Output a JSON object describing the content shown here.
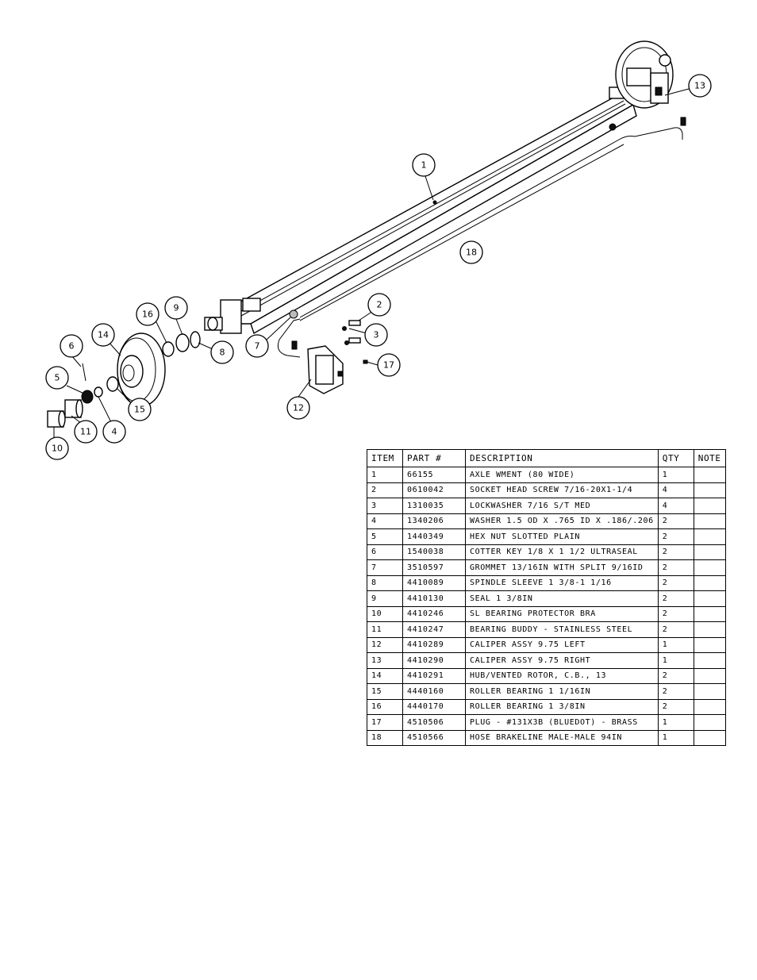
{
  "bom": {
    "headers": {
      "item": "ITEM",
      "part": "PART #",
      "description": "DESCRIPTION",
      "qty": "QTY",
      "note": "NOTE"
    },
    "rows": [
      {
        "item": "1",
        "part": "66155",
        "description": "AXLE WMENT (80 WIDE)",
        "qty": "1",
        "note": ""
      },
      {
        "item": "2",
        "part": "0610042",
        "description": "SOCKET HEAD SCREW 7/16-20X1-1/4",
        "qty": "4",
        "note": ""
      },
      {
        "item": "3",
        "part": "1310035",
        "description": "LOCKWASHER 7/16 S/T MED",
        "qty": "4",
        "note": ""
      },
      {
        "item": "4",
        "part": "1340206",
        "description": "WASHER 1.5 OD X .765 ID X .186/.206",
        "qty": "2",
        "note": ""
      },
      {
        "item": "5",
        "part": "1440349",
        "description": "HEX NUT SLOTTED PLAIN",
        "qty": "2",
        "note": ""
      },
      {
        "item": "6",
        "part": "1540038",
        "description": "COTTER KEY 1/8 X 1 1/2 ULTRASEAL",
        "qty": "2",
        "note": ""
      },
      {
        "item": "7",
        "part": "3510597",
        "description": "GROMMET 13/16IN  WITH SPLIT 9/16ID",
        "qty": "2",
        "note": ""
      },
      {
        "item": "8",
        "part": "4410089",
        "description": "SPINDLE SLEEVE  1 3/8-1 1/16",
        "qty": "2",
        "note": ""
      },
      {
        "item": "9",
        "part": "4410130",
        "description": "SEAL  1 3/8IN",
        "qty": "2",
        "note": ""
      },
      {
        "item": "10",
        "part": "4410246",
        "description": "SL BEARING PROTECTOR BRA",
        "qty": "2",
        "note": ""
      },
      {
        "item": "11",
        "part": "4410247",
        "description": "BEARING BUDDY - STAINLESS STEEL",
        "qty": "2",
        "note": ""
      },
      {
        "item": "12",
        "part": "4410289",
        "description": "CALIPER ASSY 9.75 LEFT",
        "qty": "1",
        "note": ""
      },
      {
        "item": "13",
        "part": "4410290",
        "description": "CALIPER ASSY 9.75 RIGHT",
        "qty": "1",
        "note": ""
      },
      {
        "item": "14",
        "part": "4410291",
        "description": "HUB/VENTED ROTOR, C.B.,  13",
        "qty": "2",
        "note": ""
      },
      {
        "item": "15",
        "part": "4440160",
        "description": "ROLLER BEARING   1 1/16IN",
        "qty": "2",
        "note": ""
      },
      {
        "item": "16",
        "part": "4440170",
        "description": "ROLLER BEARING   1 3/8IN",
        "qty": "2",
        "note": ""
      },
      {
        "item": "17",
        "part": "4510506",
        "description": "PLUG - #131X3B (BLUEDOT) - BRASS",
        "qty": "1",
        "note": ""
      },
      {
        "item": "18",
        "part": "4510566",
        "description": "HOSE BRAKELINE MALE-MALE 94IN",
        "qty": "1",
        "note": ""
      }
    ]
  },
  "callouts": [
    {
      "id": "c1",
      "label": "1"
    },
    {
      "id": "c2",
      "label": "2"
    },
    {
      "id": "c3",
      "label": "3"
    },
    {
      "id": "c4",
      "label": "4"
    },
    {
      "id": "c5",
      "label": "5"
    },
    {
      "id": "c6",
      "label": "6"
    },
    {
      "id": "c7",
      "label": "7"
    },
    {
      "id": "c8",
      "label": "8"
    },
    {
      "id": "c9",
      "label": "9"
    },
    {
      "id": "c10",
      "label": "10"
    },
    {
      "id": "c11",
      "label": "11"
    },
    {
      "id": "c12",
      "label": "12"
    },
    {
      "id": "c13",
      "label": "13"
    },
    {
      "id": "c14",
      "label": "14"
    },
    {
      "id": "c15",
      "label": "15"
    },
    {
      "id": "c16",
      "label": "16"
    },
    {
      "id": "c17",
      "label": "17"
    },
    {
      "id": "c18",
      "label": "18"
    }
  ]
}
